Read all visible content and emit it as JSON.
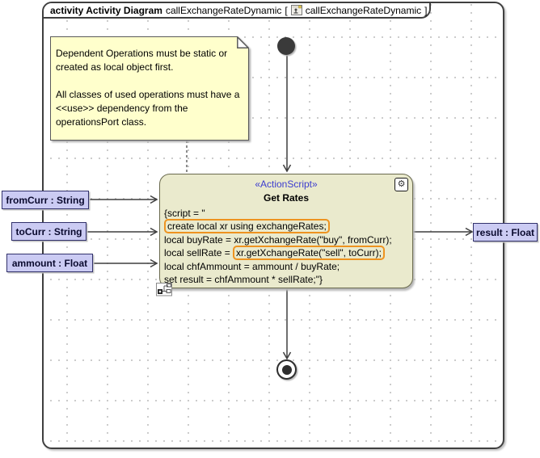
{
  "tab": {
    "kind_label": "activity Activity Diagram",
    "name": "callExchangeRateDynamic",
    "bracket_open": "[",
    "diagram_ref": "callExchangeRateDynamic",
    "bracket_close": "]"
  },
  "note": {
    "para1": "Dependent Operations must be static or created as local object first.",
    "para2": "All classes of used operations must have a <<use>> dependency from the operationsPort class."
  },
  "action": {
    "stereotype": "«ActionScript»",
    "name": "Get Rates",
    "script_lines": [
      {
        "pre": "{script = \"",
        "hl": "",
        "post": ""
      },
      {
        "pre": "",
        "hl": "create local xr using exchangeRates;",
        "post": ""
      },
      {
        "pre": "local buyRate = xr.getXchangeRate(\"buy\", fromCurr);",
        "hl": "",
        "post": ""
      },
      {
        "pre": "local sellRate = ",
        "hl": "xr.getXchangeRate(\"sell\", toCurr);",
        "post": ""
      },
      {
        "pre": "local chfAmmount = ammount / buyRate;",
        "hl": "",
        "post": ""
      },
      {
        "pre": "set result = chfAmmount * sellRate;\"}",
        "hl": "",
        "post": ""
      }
    ]
  },
  "pins": {
    "inputs": [
      {
        "label": "fromCurr : String"
      },
      {
        "label": "toCurr : String"
      },
      {
        "label": "ammount : Float"
      }
    ],
    "output": {
      "label": "result : Float"
    }
  },
  "icons": {
    "gear_glyph": "⚙",
    "tab_icon_name": "activity-diagram-icon",
    "subdiagram_icon_name": "subdiagram-icon",
    "note_fold_name": "note-fold-icon"
  },
  "colors": {
    "note_fill": "#ffffcc",
    "action_fill": "#eaeacd",
    "pin_fill": "#cbcbf3",
    "highlight_orange": "#ee9320",
    "stereotype_blue": "#3c3ccf",
    "frame_border": "#3f3f3f"
  }
}
